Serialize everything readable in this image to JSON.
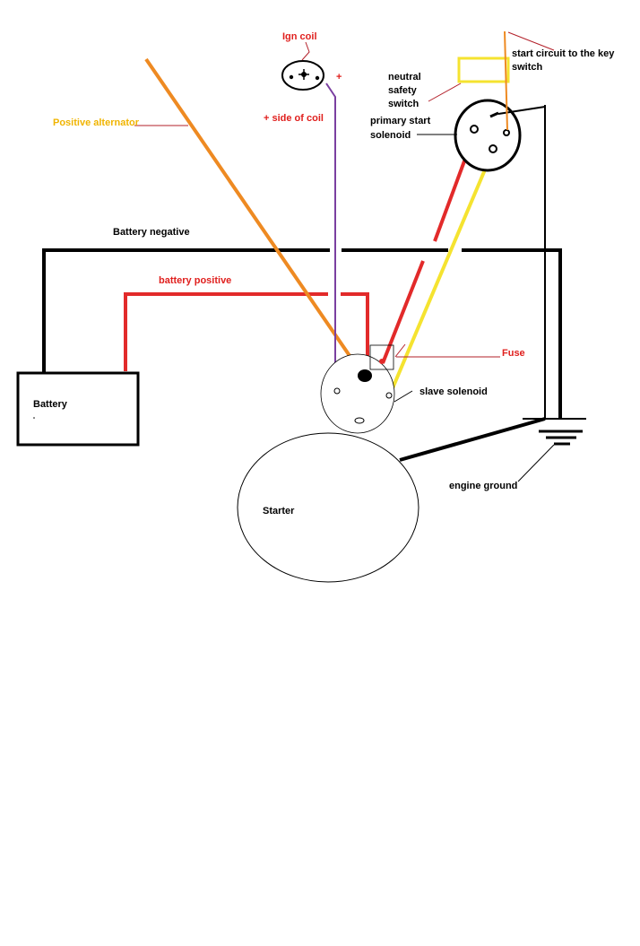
{
  "labels": {
    "ign_coil": "Ign coil",
    "plus": "+",
    "plus_side_of_coil": "+ side of coil",
    "start_circuit_line1": "start circuit to the key",
    "start_circuit_line2": "switch",
    "neutral_line1": "neutral",
    "neutral_line2": "safety",
    "neutral_line3": "switch",
    "primary_line1": "primary start",
    "primary_line2": "solenoid",
    "positive_alternator": "Positive alternator",
    "battery_negative": "Battery negative",
    "battery_positive": "battery positive",
    "fuse": "Fuse",
    "slave_solenoid": "slave solenoid",
    "battery": "Battery",
    "engine_ground": "engine ground",
    "starter": "Starter"
  },
  "colors": {
    "red_label": "#e0201e",
    "orange_label": "#f0b400",
    "wire_black": "#000000",
    "wire_red": "#e22a2a",
    "wire_orange": "#ee8a22",
    "wire_purple": "#7a3fa0",
    "wire_yellow": "#f5e330",
    "leader_red": "#b3202a"
  }
}
